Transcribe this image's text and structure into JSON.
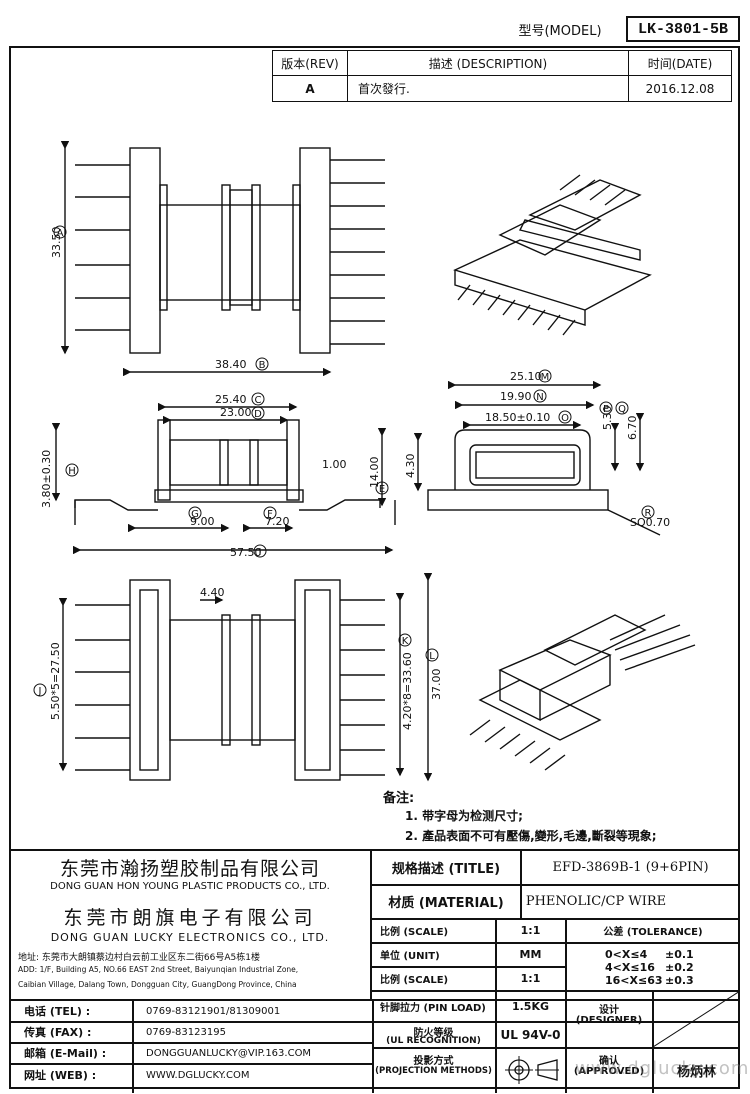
{
  "header": {
    "model_label": "型号(MODEL)",
    "model_value": "LK-3801-5B"
  },
  "revision": {
    "rev_header": "版本(REV)",
    "desc_header": "描述 (DESCRIPTION)",
    "date_header": "时间(DATE)",
    "rev": "A",
    "desc": "首次發行.",
    "date": "2016.12.08"
  },
  "dims": {
    "d33": "33.50",
    "d38": "38.40",
    "d25_4": "25.40",
    "d23": "23.00",
    "d380": "3.80±0.30",
    "d1": "1.00",
    "d14": "14.00",
    "d9": "9.00",
    "d72": "7.20",
    "d575": "57.50",
    "d2510": "25.10",
    "d1990": "19.90",
    "d1850": "18.50±0.10",
    "d530": "5.30",
    "d670": "6.70",
    "d430": "4.30",
    "dsq": "SQ0.70",
    "d440": "4.40",
    "d550": "5.50*5=27.50",
    "d420": "4.20*8=33.60",
    "d37": "37.00"
  },
  "markers": {
    "A": "A",
    "B": "B",
    "C": "C",
    "D": "D",
    "E": "E",
    "F": "F",
    "G": "G",
    "H": "H",
    "I": "I",
    "J": "J",
    "K": "K",
    "L": "L",
    "M": "M",
    "N": "N",
    "O": "O",
    "P": "P",
    "Q": "Q",
    "R": "R"
  },
  "notes": {
    "title": "备注:",
    "n1": "1. 带字母为检测尺寸;",
    "n2": "2. 產品表面不可有壓傷,變形,毛邊,斷裂等現象;"
  },
  "company": {
    "cn1": "东莞市瀚扬塑胶制品有限公司",
    "en1": "DONG GUAN HON YOUNG PLASTIC PRODUCTS CO., LTD.",
    "cn2": "东莞市朗旗电子有限公司",
    "en2": "DONG GUAN LUCKY ELECTRONICS CO., LTD.",
    "addr_cn": "地址: 东莞市大朗镇蔡边村白云前工业区东二街66号A5栋1楼",
    "addr_en1": "ADD: 1/F, Building A5, NO.66 EAST 2nd Street, Baiyunqian Industrial Zone,",
    "addr_en2": "Caibian Village, Dalang Town, Dongguan City, GuangDong Province, China"
  },
  "contact": {
    "tel_label": "电话 (TEL) :",
    "tel": "0769-83121901/81309001",
    "fax_label": "传真 (FAX) :",
    "fax": "0769-83123195",
    "email_label": "邮箱 (E-Mail) :",
    "email": "DONGGUANLUCKY@VIP.163.COM",
    "web_label": "网址 (WEB) :",
    "web": "WWW.DGLUCKY.COM"
  },
  "spec": {
    "title_label": "规格描述 (TITLE)",
    "title_value": "EFD-3869B-1 (9+6PIN)",
    "material_label": "材质 (MATERIAL)",
    "material_value": "PHENOLIC/CP WIRE",
    "scale_label": "比例 (SCALE)",
    "scale_value": "1:1",
    "tolerance_label": "公差 (TOLERANCE)",
    "unit_label": "单位 (UNIT)",
    "unit_value": "MM",
    "scale2_label": "比例 (SCALE)",
    "scale2_value": "1:1",
    "tol1_range": "0<X≤4",
    "tol1_value": "±0.1",
    "tol2_range": "4<X≤16",
    "tol2_value": "±0.2",
    "tol3_range": "16<X≤63",
    "tol3_value": "±0.3",
    "pinload_label": "针脚拉力 (PIN LOAD)",
    "pinload_value": "1.5KG",
    "designer_label1": "设计",
    "designer_label2": "(DESIGNER)",
    "fire_label1": "防火等级",
    "fire_label2": "(UL RECOGNITION)",
    "fire_value": "UL 94V-0",
    "approved_label1": "确认",
    "approved_label2": "(APPROVED)",
    "approved_value": "杨炳林",
    "proj_label1": "投影方式",
    "proj_label2": "(PROJECTION METHODS)"
  },
  "watermark": "www.dglucky.com"
}
